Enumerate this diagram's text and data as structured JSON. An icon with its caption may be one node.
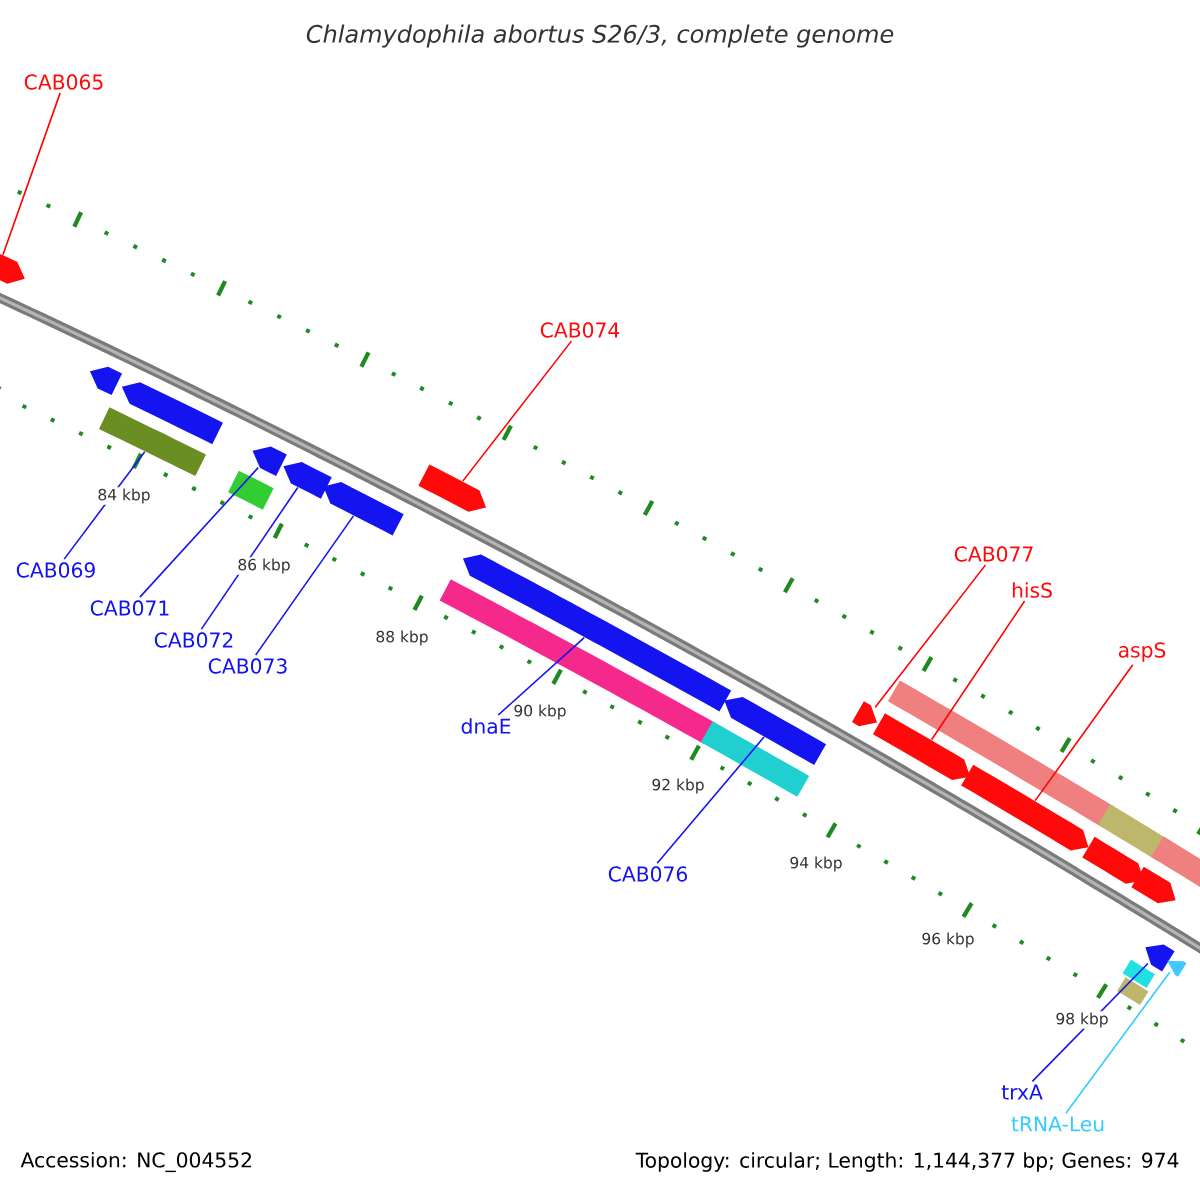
{
  "diagram": {
    "title": "Chlamydophila abortus S26/3, complete genome",
    "nodes": [
      {
        "text": [
          "CAB065"
        ]
      },
      {
        "text": [
          "CAB074"
        ]
      },
      {
        "text": [
          "CAB077"
        ]
      },
      {
        "text": [
          "hisS"
        ]
      },
      {
        "text": [
          "aspS"
        ]
      },
      {
        "text": [
          "CAB069"
        ]
      },
      {
        "text": [
          "CAB071"
        ]
      },
      {
        "text": [
          "CAB072"
        ]
      },
      {
        "text": [
          "CAB073"
        ]
      },
      {
        "text": [
          "dnaE"
        ]
      },
      {
        "text": [
          "CAB076"
        ]
      },
      {
        "text": [
          "trxA"
        ]
      },
      {
        "text": [
          "tRNA-Leu"
        ]
      },
      {
        "text": [],
        "shape": "bar"
      },
      {
        "text": [],
        "shape": "bar"
      },
      {
        "text": [],
        "shape": "bar"
      },
      {
        "text": [],
        "shape": "bar"
      },
      {
        "text": [],
        "shape": "bar"
      },
      {
        "text": [],
        "shape": "bar"
      },
      {
        "text": [],
        "shape": "bar"
      },
      {
        "text": [],
        "shape": "bar"
      },
      {
        "text": [],
        "shape": "bar"
      },
      {
        "text": [],
        "shape": "bar"
      },
      {
        "text": [],
        "shape": "bar"
      },
      {
        "text": [],
        "shape": "bar"
      },
      {
        "text": [],
        "shape": "bar"
      },
      {
        "text": [],
        "shape": "bar"
      },
      {
        "text": [],
        "shape": "bar"
      },
      {
        "text": [],
        "shape": "bar"
      },
      {
        "text": [],
        "shape": "bar"
      },
      {
        "text": [],
        "shape": "bar"
      },
      {
        "text": [],
        "shape": "bar"
      },
      {
        "text": [],
        "shape": "bar"
      },
      {
        "text": [],
        "shape": "bar"
      },
      {
        "text": [],
        "shape": "bar"
      },
      {
        "text": [],
        "shape": "bar"
      },
      {
        "text": [],
        "shape": "bar"
      },
      {
        "text": [],
        "shape": "bar"
      }
    ],
    "edges": [
      {
        "from": 0,
        "to": 13,
        "arrow": "none",
        "color": "#ff0000"
      },
      {
        "from": 1,
        "to": 21,
        "arrow": "none",
        "color": "#ff0000"
      },
      {
        "from": 2,
        "to": 26,
        "arrow": "none",
        "color": "#ff0000"
      },
      {
        "from": 3,
        "to": 27,
        "arrow": "none",
        "color": "#ff0000"
      },
      {
        "from": 4,
        "to": 29,
        "arrow": "none",
        "color": "#ff0000"
      },
      {
        "from": 5,
        "to": 15,
        "arrow": "none"
      },
      {
        "from": 6,
        "to": 18,
        "arrow": "none"
      },
      {
        "from": 7,
        "to": 19,
        "arrow": "none"
      },
      {
        "from": 8,
        "to": 20,
        "arrow": "none"
      },
      {
        "from": 9,
        "to": 23,
        "arrow": "none"
      },
      {
        "from": 10,
        "to": 25,
        "arrow": "none"
      },
      {
        "from": 11,
        "to": 35,
        "arrow": "none"
      },
      {
        "from": 12,
        "to": 37,
        "arrow": "none",
        "color": "#33ccff"
      }
    ],
    "labels": [
      "84 kbp",
      "86 kbp",
      "88 kbp",
      "90 kbp",
      "92 kbp",
      "94 kbp",
      "96 kbp",
      "98 kbp",
      "Accession: NC_004552",
      "Topology: circular; Length: 1,144,377 bp; Genes: 974"
    ]
  }
}
